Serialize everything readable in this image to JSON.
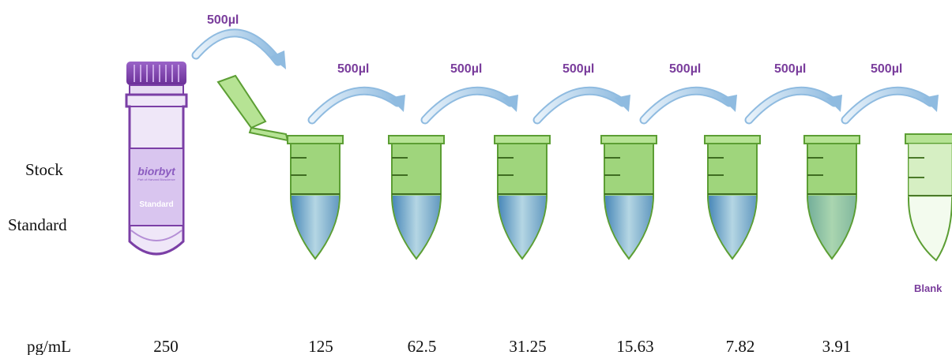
{
  "labels": {
    "stock": "Stock",
    "standard": "Standard",
    "unit": "pg/mL",
    "blank": "Blank"
  },
  "vial": {
    "brand": "biorbyt",
    "brand_subtitle": "Part of Harvard Bioscience",
    "tag": "Standard"
  },
  "transfers": [
    "500µl",
    "500µl",
    "500µl",
    "500µl",
    "500µl",
    "500µl",
    "500µl"
  ],
  "concentrations": [
    "250",
    "125",
    "62.5",
    "31.25",
    "15.63",
    "7.82",
    "3.91"
  ],
  "tubes": [
    {
      "fill": 0.55
    },
    {
      "fill": 0.55
    },
    {
      "fill": 0.55
    },
    {
      "fill": 0.55
    },
    {
      "fill": 0.5
    },
    {
      "fill": 0.6
    },
    {
      "fill": 0.45
    }
  ],
  "colors": {
    "tube_green": "#9fd57c",
    "tube_outline": "#5c9e34",
    "liquid_blue": "#5b98cc",
    "arrow_blue": "#b8d6ec",
    "vial_purple": "#7b3fa6",
    "text_purple": "#7a3d9c"
  }
}
